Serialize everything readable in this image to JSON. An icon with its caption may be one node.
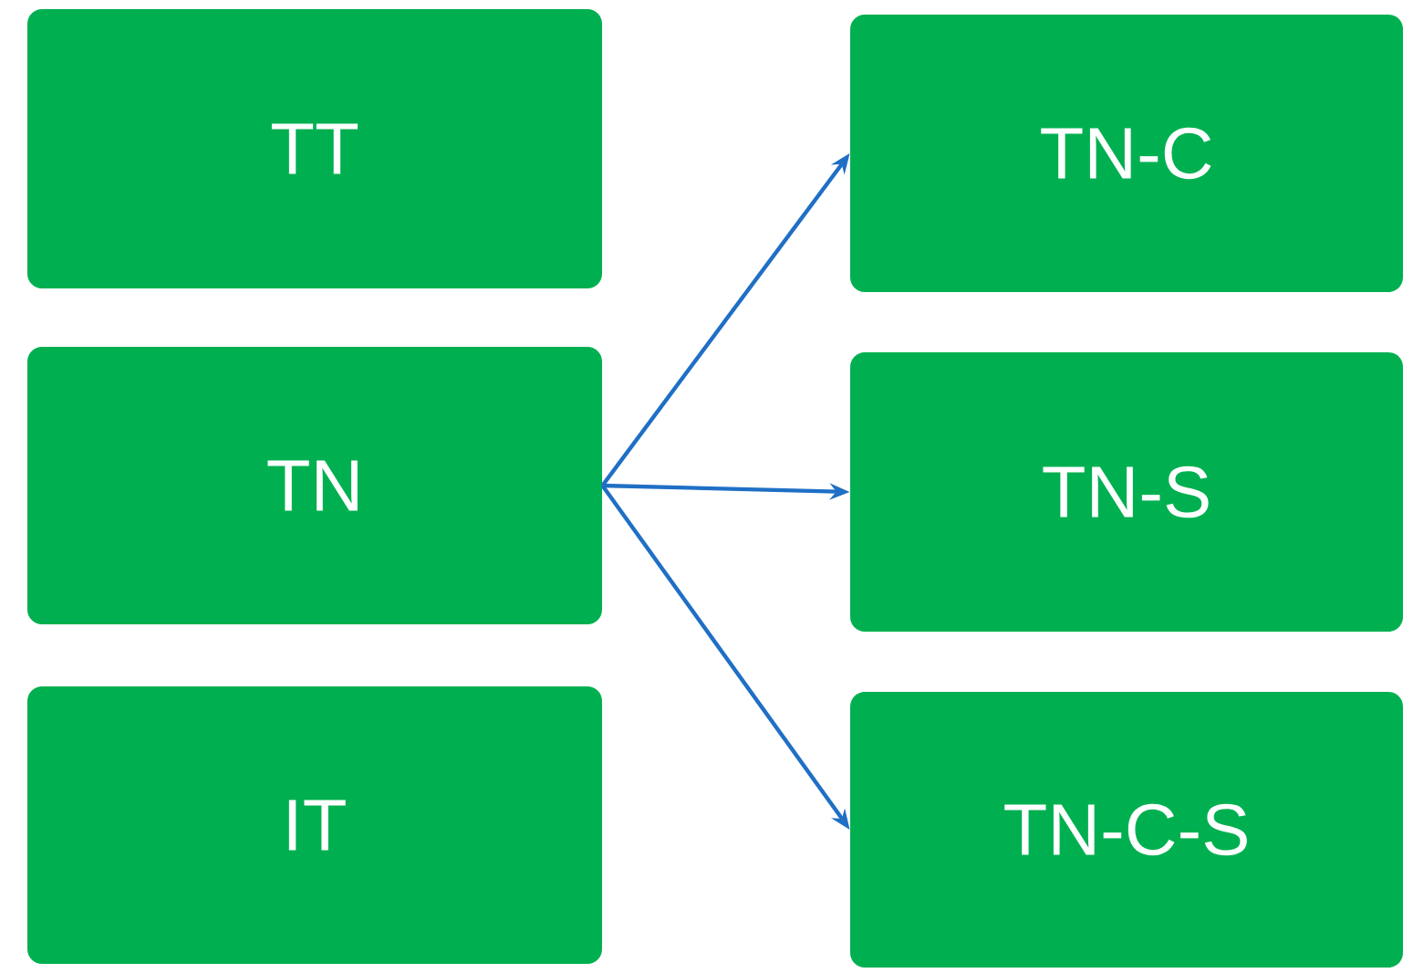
{
  "diagram": {
    "nodes": [
      {
        "text": [
          "TT"
        ]
      },
      {
        "text": [
          "TN"
        ]
      },
      {
        "text": [
          "IT"
        ]
      },
      {
        "text": [
          "TN-C"
        ]
      },
      {
        "text": [
          "TN-S"
        ]
      },
      {
        "text": [
          "TN-C-S"
        ]
      }
    ],
    "edges": [
      {
        "from": 1,
        "to": 3,
        "arrow": "to"
      },
      {
        "from": 1,
        "to": 4,
        "arrow": "to"
      },
      {
        "from": 1,
        "to": 5,
        "arrow": "to"
      }
    ]
  }
}
